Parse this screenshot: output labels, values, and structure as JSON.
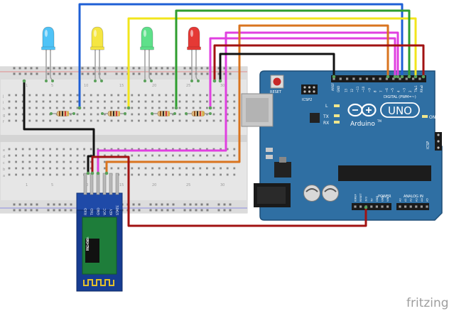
{
  "arduino": {
    "reset_label": "RESET",
    "icsp2_label": "ICSP2",
    "icsp_label": "ICSP",
    "l_label": "L",
    "tx_label": "TX",
    "rx_label": "RX",
    "on_label": "ON",
    "uno_label": "UNO",
    "brand_label": "Arduino",
    "tm_label": "TM",
    "digital_label": "DIGITAL (PWM=~)",
    "power_label": "POWER",
    "analog_label": "ANALOG IN",
    "aref_label": "AREF",
    "gnd_label": "GND",
    "digital_pins": [
      "13",
      "12",
      "~11",
      "~10",
      "~9",
      "8",
      "7",
      "~6",
      "~5",
      "4",
      "~3",
      "2",
      "TX▸1",
      "RX◂0"
    ],
    "power_pins": [
      "IOREF",
      "RESET",
      "3V3",
      "5V",
      "GND",
      "GND",
      "VIN"
    ],
    "analog_pins": [
      "A0",
      "A1",
      "A2",
      "A3",
      "A4",
      "A5"
    ]
  },
  "hc06": {
    "pins": [
      "RXD",
      "TXD",
      "GND",
      "VCC",
      "KEY",
      "STATE"
    ],
    "chip_line1": "HC-06",
    "chip_line2": "Bluetooth"
  },
  "breadboard": {
    "row_letters_top": [
      "j",
      "i",
      "h",
      "g",
      "f"
    ],
    "row_letters_bottom": [
      "e",
      "d",
      "c",
      "b",
      "a"
    ],
    "column_numbers": [
      "1",
      "5",
      "10",
      "15",
      "20",
      "25",
      "30"
    ]
  },
  "leds": [
    {
      "color_name": "blue",
      "color": "#4fc3f7"
    },
    {
      "color_name": "yellow",
      "color": "#f5e642"
    },
    {
      "color_name": "green",
      "color": "#5ee08a"
    },
    {
      "color_name": "red",
      "color": "#e53935"
    }
  ],
  "wire_colors": {
    "blue": "#1e5fd6",
    "yellow": "#f2e51c",
    "green": "#2e9e2e",
    "orange": "#d9741f",
    "magenta": "#e040e0",
    "dark_red": "#a11212",
    "black": "#111111"
  },
  "board_color": "#2f6fa3",
  "footer": {
    "watermark": "fritzing"
  }
}
